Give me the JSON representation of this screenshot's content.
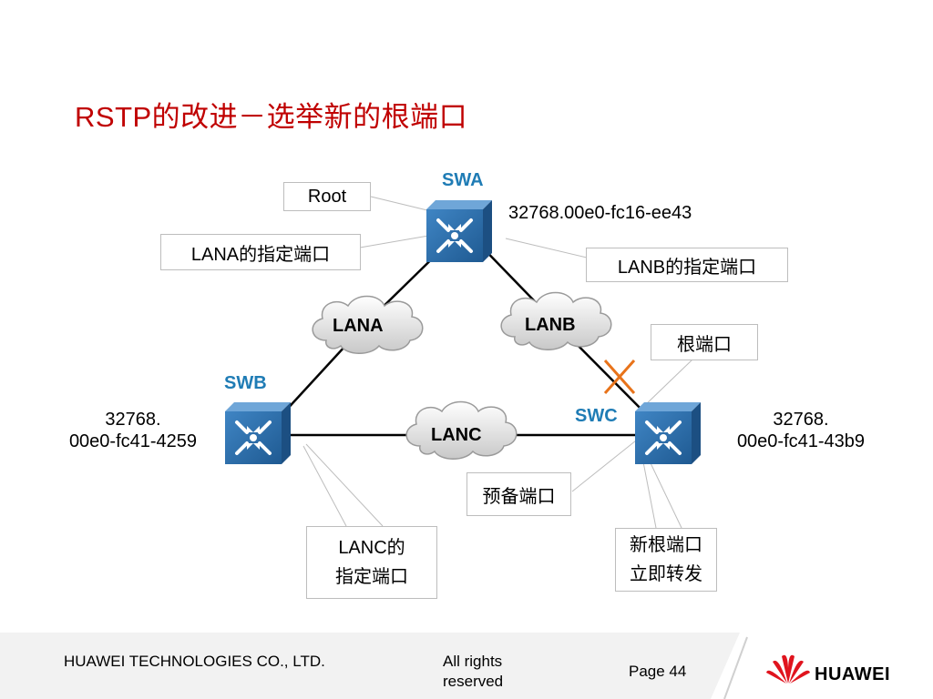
{
  "title": "RSTP的改进－选举新的根端口",
  "switches": {
    "swa": {
      "name": "SWA",
      "mac": "32768.00e0-fc16-ee43"
    },
    "swb": {
      "name": "SWB",
      "mac_line1": "32768.",
      "mac_line2": "00e0-fc41-4259"
    },
    "swc": {
      "name": "SWC",
      "mac_line1": "32768.",
      "mac_line2": "00e0-fc41-43b9"
    }
  },
  "lans": {
    "lana": "LANA",
    "lanb": "LANB",
    "lanc": "LANC"
  },
  "callouts": {
    "root": "Root",
    "lana_designated": "LANA的指定端口",
    "lanb_designated": "LANB的指定端口",
    "root_port": "根端口",
    "backup_port": "预备端口",
    "lanc_designated_line1": "LANC的",
    "lanc_designated_line2": "指定端口",
    "new_root_line1": "新根端口",
    "new_root_line2": "立即转发"
  },
  "colors": {
    "title": "#c00000",
    "switch_label": "#1f7cb5",
    "blocked_x": "#e8731a",
    "switch_body": "#2e6ea6"
  },
  "footer": {
    "company": "HUAWEI TECHNOLOGIES CO., LTD.",
    "rights": "All rights reserved",
    "page": "Page 44",
    "logo": "HUAWEI"
  }
}
